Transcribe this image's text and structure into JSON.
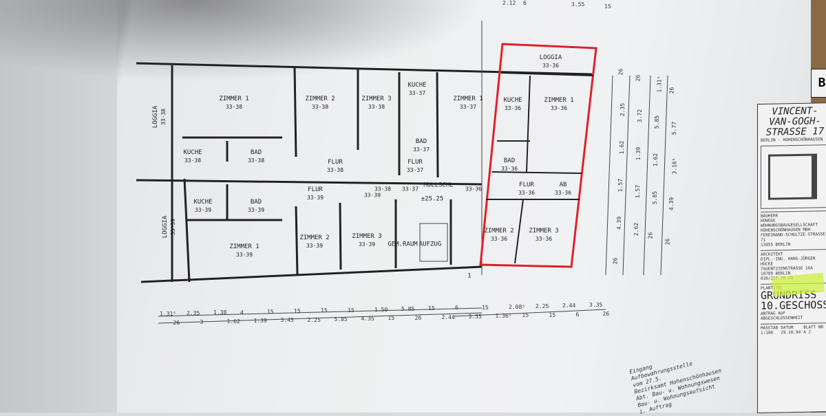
{
  "plan": {
    "rooms": [
      {
        "name": "ZIMMER 1",
        "num": "33·38"
      },
      {
        "name": "ZIMMER 2",
        "num": "33·38"
      },
      {
        "name": "ZIMMER 3",
        "num": "33·38"
      },
      {
        "name": "KUCHE",
        "num": "33·37"
      },
      {
        "name": "ZIMMER 1",
        "num": "33·37"
      },
      {
        "name": "KUCHE",
        "num": "33·38"
      },
      {
        "name": "BAD",
        "num": "33·38"
      },
      {
        "name": "FLUR",
        "num": "33·38"
      },
      {
        "name": "BAD",
        "num": "33·37"
      },
      {
        "name": "FLUR",
        "num": "33·37"
      },
      {
        "name": "KUCHE",
        "num": "33·39"
      },
      {
        "name": "BAD",
        "num": "33·39"
      },
      {
        "name": "FLUR",
        "num": "33·39"
      },
      {
        "name": "ZIMMER 1",
        "num": "33·39"
      },
      {
        "name": "ZIMMER 2",
        "num": "33·39"
      },
      {
        "name": "ZIMMER 3",
        "num": "33·39"
      },
      {
        "name": "GEM.RAUM",
        "num": ""
      },
      {
        "name": "AUFZUG",
        "num": ""
      },
      {
        "name": "MULLSCHL",
        "num": ""
      },
      {
        "name": "LOGGIA",
        "num": "33·38"
      },
      {
        "name": "LOGGIA",
        "num": "33·39"
      }
    ],
    "markers": [
      "33·38",
      "33·37",
      "33·39",
      "33·36"
    ],
    "level": "±25.25",
    "section_mark": "1",
    "highlighted_unit": {
      "color": "#e0202a",
      "rooms": [
        {
          "name": "LOGGIA",
          "num": "33·36"
        },
        {
          "name": "KUCHE",
          "num": "33·36"
        },
        {
          "name": "ZIMMER 1",
          "num": "33·36"
        },
        {
          "name": "BAD",
          "num": "33·36"
        },
        {
          "name": "FLUR",
          "num": "33·36"
        },
        {
          "name": "AB",
          "num": "33·36"
        },
        {
          "name": "ZIMMER 2",
          "num": "33·36"
        },
        {
          "name": "ZIMMER 3",
          "num": "33·36"
        }
      ]
    },
    "dims_bottom": [
      "1.31⁵",
      "26",
      "2.35",
      "3",
      "1.38",
      "1.62",
      "4",
      "1.39",
      "15",
      "3.45",
      "15",
      "2.25",
      "15",
      "5.85",
      "15",
      "4.35",
      "1.50",
      "15",
      "5.85",
      "26",
      "15",
      "2.44",
      "6",
      "3.35",
      "15",
      "1.36⁵",
      "2.08⁵",
      "15",
      "2.25",
      "15",
      "2.44",
      "6",
      "3.35",
      "26"
    ],
    "dims_top": [
      "2.12",
      "6",
      "3.55",
      "15"
    ],
    "dims_right": [
      "26",
      "26",
      "1.31⁵",
      "26",
      "2.35",
      "3.72",
      "5.85",
      "5.77",
      "1.62",
      "1.39",
      "1.62",
      "3.16⁵",
      "1.57",
      "1.57",
      "5.85",
      "4.39",
      "4.39",
      "2.62",
      "26",
      "26",
      "26"
    ]
  },
  "title_block": {
    "sheet": "B",
    "street": "VINCENT-VAN-GOGH-",
    "number": "STRASSE 17",
    "city": "BERLIN - HOHENSCHÖNHAUSEN",
    "bauherr_label": "BAUHERR",
    "bauherr": [
      "HOWOGE",
      "WOHNUNGSBAUGESELLSCHAFT",
      "HOHENSCHÖNHAUSEN MBH",
      "FERDINAND-SCHULTZE-STRASSE 71",
      "13055 BERLIN"
    ],
    "architekt_label": "ARCHITEKT",
    "architekt": [
      "DIPL.-ING. HANS-JÜRGEN HÜCKE",
      "TAUENTZIENSTRASSE 16A",
      "10789 BERLIN",
      "030/217 78 29"
    ],
    "plantitel_label": "PLANTITEL",
    "plan_title": "GRUNDRISS",
    "plan_floor": "10.GESCHOSS",
    "plan_subtitle": "ANTRAG AUF ABGESCHLOSSENHEIT",
    "massstab_label": "MASSTAB",
    "massstab": "1:100",
    "datum_label": "DATUM",
    "datum": "29.10.94",
    "blatt_label": "BLATT NR",
    "blatt": "A 2",
    "highlight_color": "#cdf03c"
  },
  "stamp": [
    "Eingang",
    "Aufbewahrungsstelle",
    "vom 27.5.",
    "Bezirksamt Hohenschönhausen",
    "Abt. Bau- u. Wohnungswesen",
    "Bau- u. Wohnungsaufsicht",
    "i. Auftrag"
  ]
}
